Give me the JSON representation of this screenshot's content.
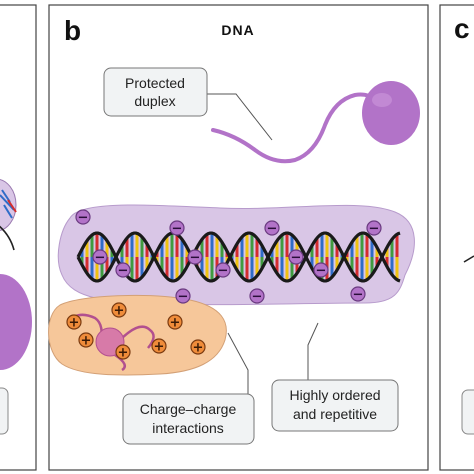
{
  "panel": {
    "letter_b": "b",
    "letter_c": "c",
    "title": "DNA"
  },
  "callouts": {
    "protected_duplex": [
      "Protected",
      "duplex"
    ],
    "charge_charge": [
      "Charge–charge",
      "interactions"
    ],
    "highly_ordered": [
      "Highly ordered",
      "and repetitive"
    ]
  },
  "charges": {
    "negative_symbol": "−",
    "positive_symbol": "+"
  },
  "colors": {
    "dna_blob": "#d9c6e6",
    "protein_purple": "#b273c8",
    "protein_blob": "#f6c79a",
    "protein_core": "#d77aa8",
    "callout_box": "#f1f3f4",
    "base_green": "#3f9b3f",
    "base_red": "#d42d2d",
    "base_blue": "#2f6cc8",
    "base_yellow": "#f0c20f"
  }
}
